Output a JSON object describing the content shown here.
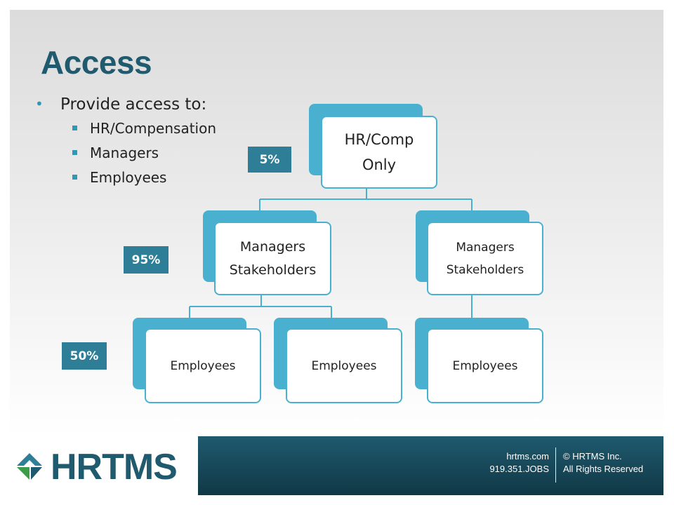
{
  "title": "Access",
  "bullets": {
    "main": "Provide access to:",
    "subs": [
      "HR/Compensation",
      "Managers",
      "Employees"
    ]
  },
  "percentages": {
    "top": "5%",
    "middle": "95%",
    "bottom": "50%"
  },
  "org_chart": {
    "root": {
      "line1": "HR/Comp",
      "line2": "Only"
    },
    "level2_left": {
      "line1": "Managers",
      "line2": "Stakeholders"
    },
    "level2_right": {
      "line1": "Managers",
      "line2": "Stakeholders"
    },
    "level3": [
      "Employees",
      "Employees",
      "Employees"
    ]
  },
  "footer": {
    "logo_text": "HRTMS",
    "website": "hrtms.com",
    "phone": "919.351.JOBS",
    "copyright": "© HRTMS Inc.",
    "rights": "All Rights Reserved"
  },
  "colors": {
    "accent": "#49b1cf",
    "title": "#1f5a6e",
    "badge": "#2f7e97",
    "footer": "#1f5a6e"
  }
}
